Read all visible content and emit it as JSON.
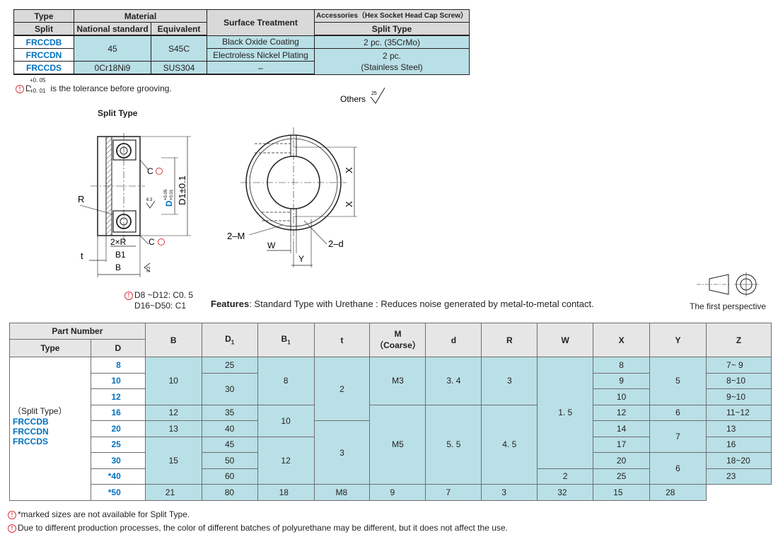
{
  "material_table": {
    "h_type": "Type",
    "h_material": "Material",
    "h_surface": "Surface Treatment",
    "h_accessories": "Accessories（Hex Socket Head Cap Screw）",
    "h_split": "Split",
    "h_national": "National standard",
    "h_equivalent": "Equivalent",
    "h_split_type": "Split Type",
    "r1_type": "FRCCDB",
    "r2_type": "FRCCDN",
    "r3_type": "FRCCDS",
    "r12_national": "45",
    "r12_equivalent": "S45C",
    "r1_surface": "Black Oxide Coating",
    "r2_surface": "Electroless Nickel Plating",
    "r1_acc": "2 pc. (35CrMo)",
    "r23_acc_a": "2 pc.",
    "r23_acc_b": "(Stainless Steel)",
    "r3_national": "0Cr18Ni9",
    "r3_equivalent": "SUS304",
    "r3_surface": "–"
  },
  "tolerance_note": {
    "sup": "+0. 05",
    "sub": "+0. 01",
    "text": "D        is the tolerance before grooving."
  },
  "drawing": {
    "split_type_label": "Split Type",
    "others": "Others",
    "roughness_25": "25",
    "roughness_63": "6.3",
    "roughness_32": "3.2",
    "label_C": "C",
    "label_R": "R",
    "label_t": "t",
    "label_2xR": "2×R",
    "label_B1": "B1",
    "label_B": "B",
    "label_D": "D",
    "label_D_tol_top": "+0.05",
    "label_D_tol_bot": "+0.01",
    "label_D1": "D1±0.1",
    "label_X": "X",
    "label_2M": "2–M",
    "label_W": "W",
    "label_Y": "Y",
    "label_2d": "2–d",
    "chamfer_note_1": "D8 ~D12: C0. 5",
    "chamfer_note_2": "D16~D50: C1",
    "first_perspective": "The first perspective"
  },
  "features": {
    "label": "Features",
    "text": ": Standard Type with Urethane : Reduces noise generated by metal-to-metal contact."
  },
  "main_table": {
    "h_part_number": "Part Number",
    "h_type": "Type",
    "h_D": "D",
    "h_B": "B",
    "h_D1": "D",
    "h_D1_sub": "1",
    "h_B1": "B",
    "h_B1_sub": "1",
    "h_t": "t",
    "h_M": "M",
    "h_M2": "（Coarse）",
    "h_d": "d",
    "h_R": "R",
    "h_W": "W",
    "h_X": "X",
    "h_Y": "Y",
    "h_Z": "Z",
    "type_label": "（Split Type）",
    "type_1": "FRCCDB",
    "type_2": "FRCCDN",
    "type_3": "FRCCDS",
    "D": [
      "8",
      "10",
      "12",
      "16",
      "20",
      "25",
      "30",
      "*40",
      "*50"
    ],
    "B": [
      "10",
      "12",
      "13",
      "15",
      "21"
    ],
    "D1": [
      "25",
      "30",
      "35",
      "40",
      "45",
      "50",
      "60",
      "80"
    ],
    "B1": [
      "8",
      "10",
      "12",
      "18"
    ],
    "t": [
      "2",
      "3"
    ],
    "M": [
      "M3",
      "M5",
      "M8"
    ],
    "d": [
      "3. 4",
      "5. 5",
      "9"
    ],
    "R": [
      "3",
      "4. 5",
      "7"
    ],
    "W": [
      "1. 5",
      "2",
      "3"
    ],
    "X": [
      "8",
      "9",
      "10",
      "12",
      "14",
      "17",
      "20",
      "25",
      "32"
    ],
    "Y": [
      "5",
      "6",
      "7",
      "6",
      "15"
    ],
    "Z": [
      "7~ 9",
      "8~10",
      "9~10",
      "11~12",
      "13",
      "16",
      "18~20",
      "23",
      "28"
    ]
  },
  "footnotes": {
    "note1": "*marked sizes are not available for Split Type.",
    "note2": "Due to different production processes,  the color of different batches of polyurethane may be different,  but it does not affect the use."
  },
  "colors": {
    "teal": "#b9e0e6",
    "blue_text": "#0070c0",
    "warning": "#e0323c",
    "header_gray": "#e6e6e6"
  }
}
